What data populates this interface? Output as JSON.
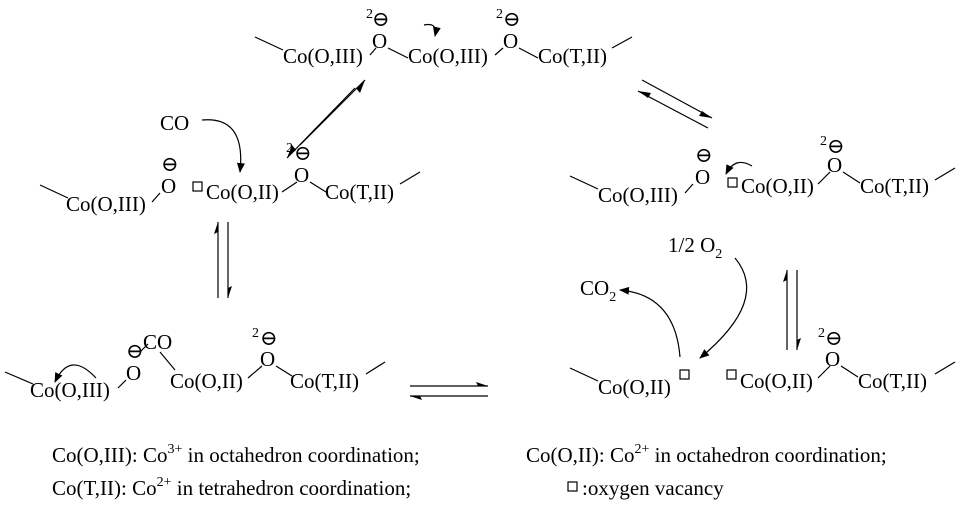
{
  "species": {
    "co_o_iii": "Co(O,III)",
    "co_o_ii": "Co(O,II)",
    "co_t_ii": "Co(T,II)",
    "oxygen": "O",
    "charge_minus": "⊖",
    "charge_two": "2",
    "co": "CO",
    "co2_main": "CO",
    "co2_sub": "2",
    "half_o2_main": "1/2 O",
    "half_o2_sub": "2"
  },
  "legend": {
    "line1_a_label": "Co(O,III): Co",
    "line1_a_sup": "3+",
    "line1_a_rest": " in octahedron coordination;",
    "line1_b_label": "Co(O,II): Co",
    "line1_b_sup": "2+",
    "line1_b_rest": " in octahedron coordination;",
    "line2_a_label": "Co(T,II): Co",
    "line2_a_sup": "2+",
    "line2_a_rest": " in tetrahedron coordination;",
    "line2_b_text": ":oxygen vacancy"
  }
}
